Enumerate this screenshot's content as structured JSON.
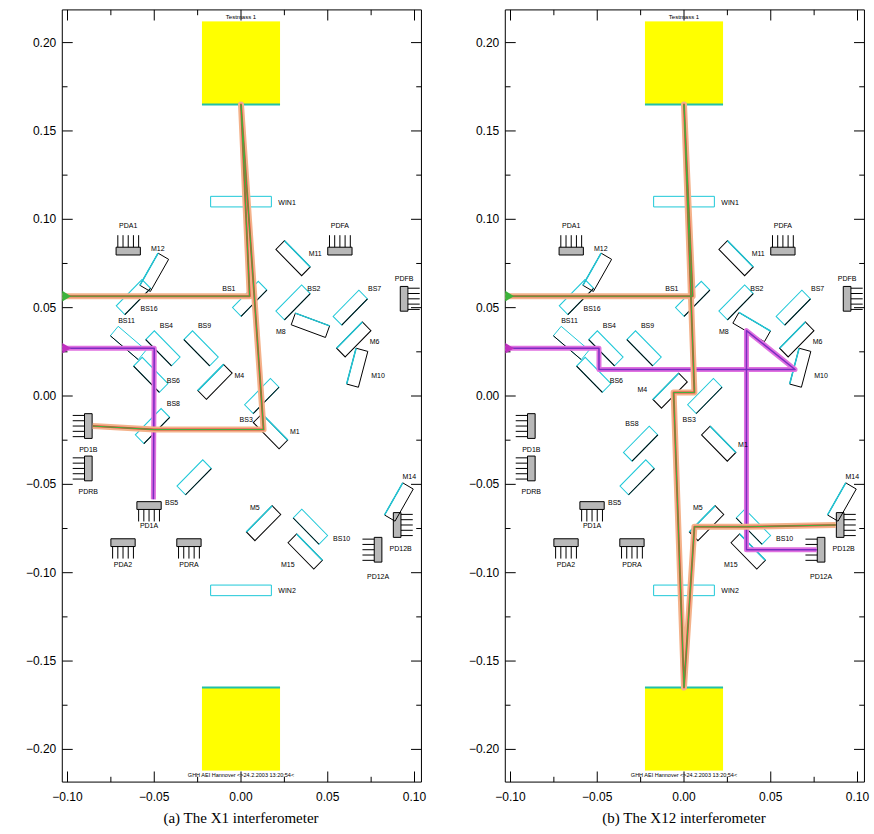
{
  "diagram": {
    "labels": [
      "0.20",
      "0.15",
      "0.10",
      "0.05",
      "0.00",
      "−0.05",
      "−0.10",
      "−0.15",
      "−0.20",
      "−0.10",
      "−0.05",
      "0.00",
      "0.05",
      "0.10",
      "Testmass 1",
      "WIN1",
      "PDA1",
      "PDFA",
      "M12",
      "M11",
      "PDFB",
      "BS16",
      "BS1",
      "BS2",
      "BS7",
      "M8",
      "M6",
      "BS11",
      "BS4",
      "BS9",
      "M10",
      "BS6",
      "M4",
      "BS3",
      "PD1B",
      "BS8",
      "M1",
      "PDRB",
      "BS5",
      "M14",
      "PD1A",
      "M5",
      "BS10",
      "PD12B",
      "PDA2",
      "PDRA",
      "M15",
      "PD12A",
      "WIN2",
      "GHH AEI Hannover <>24.2.2003 13:20:54<",
      "0.20",
      "0.15",
      "0.10",
      "0.05",
      "0.00",
      "−0.05",
      "−0.10",
      "−0.15",
      "−0.20",
      "−0.10",
      "−0.05",
      "0.00",
      "0.05",
      "0.10",
      "Testmass 1",
      "WIN1",
      "PDA1",
      "PDFA",
      "M12",
      "M11",
      "PDFB",
      "BS16",
      "BS1",
      "BS2",
      "BS7",
      "M8",
      "M6",
      "BS11",
      "BS4",
      "BS9",
      "M10",
      "BS6",
      "M4",
      "BS3",
      "PD1B",
      "BS8",
      "M1",
      "PDRB",
      "BS5",
      "M14",
      "PD1A",
      "M5",
      "BS10",
      "PD12B",
      "PDA2",
      "PDRA",
      "M15",
      "PD12A",
      "WIN2",
      "GHH AEI Hannover <>24.2.2003 13:20:54<",
      "(a) The X1 interferometer",
      "(b) The X12 interferometer"
    ]
  }
}
